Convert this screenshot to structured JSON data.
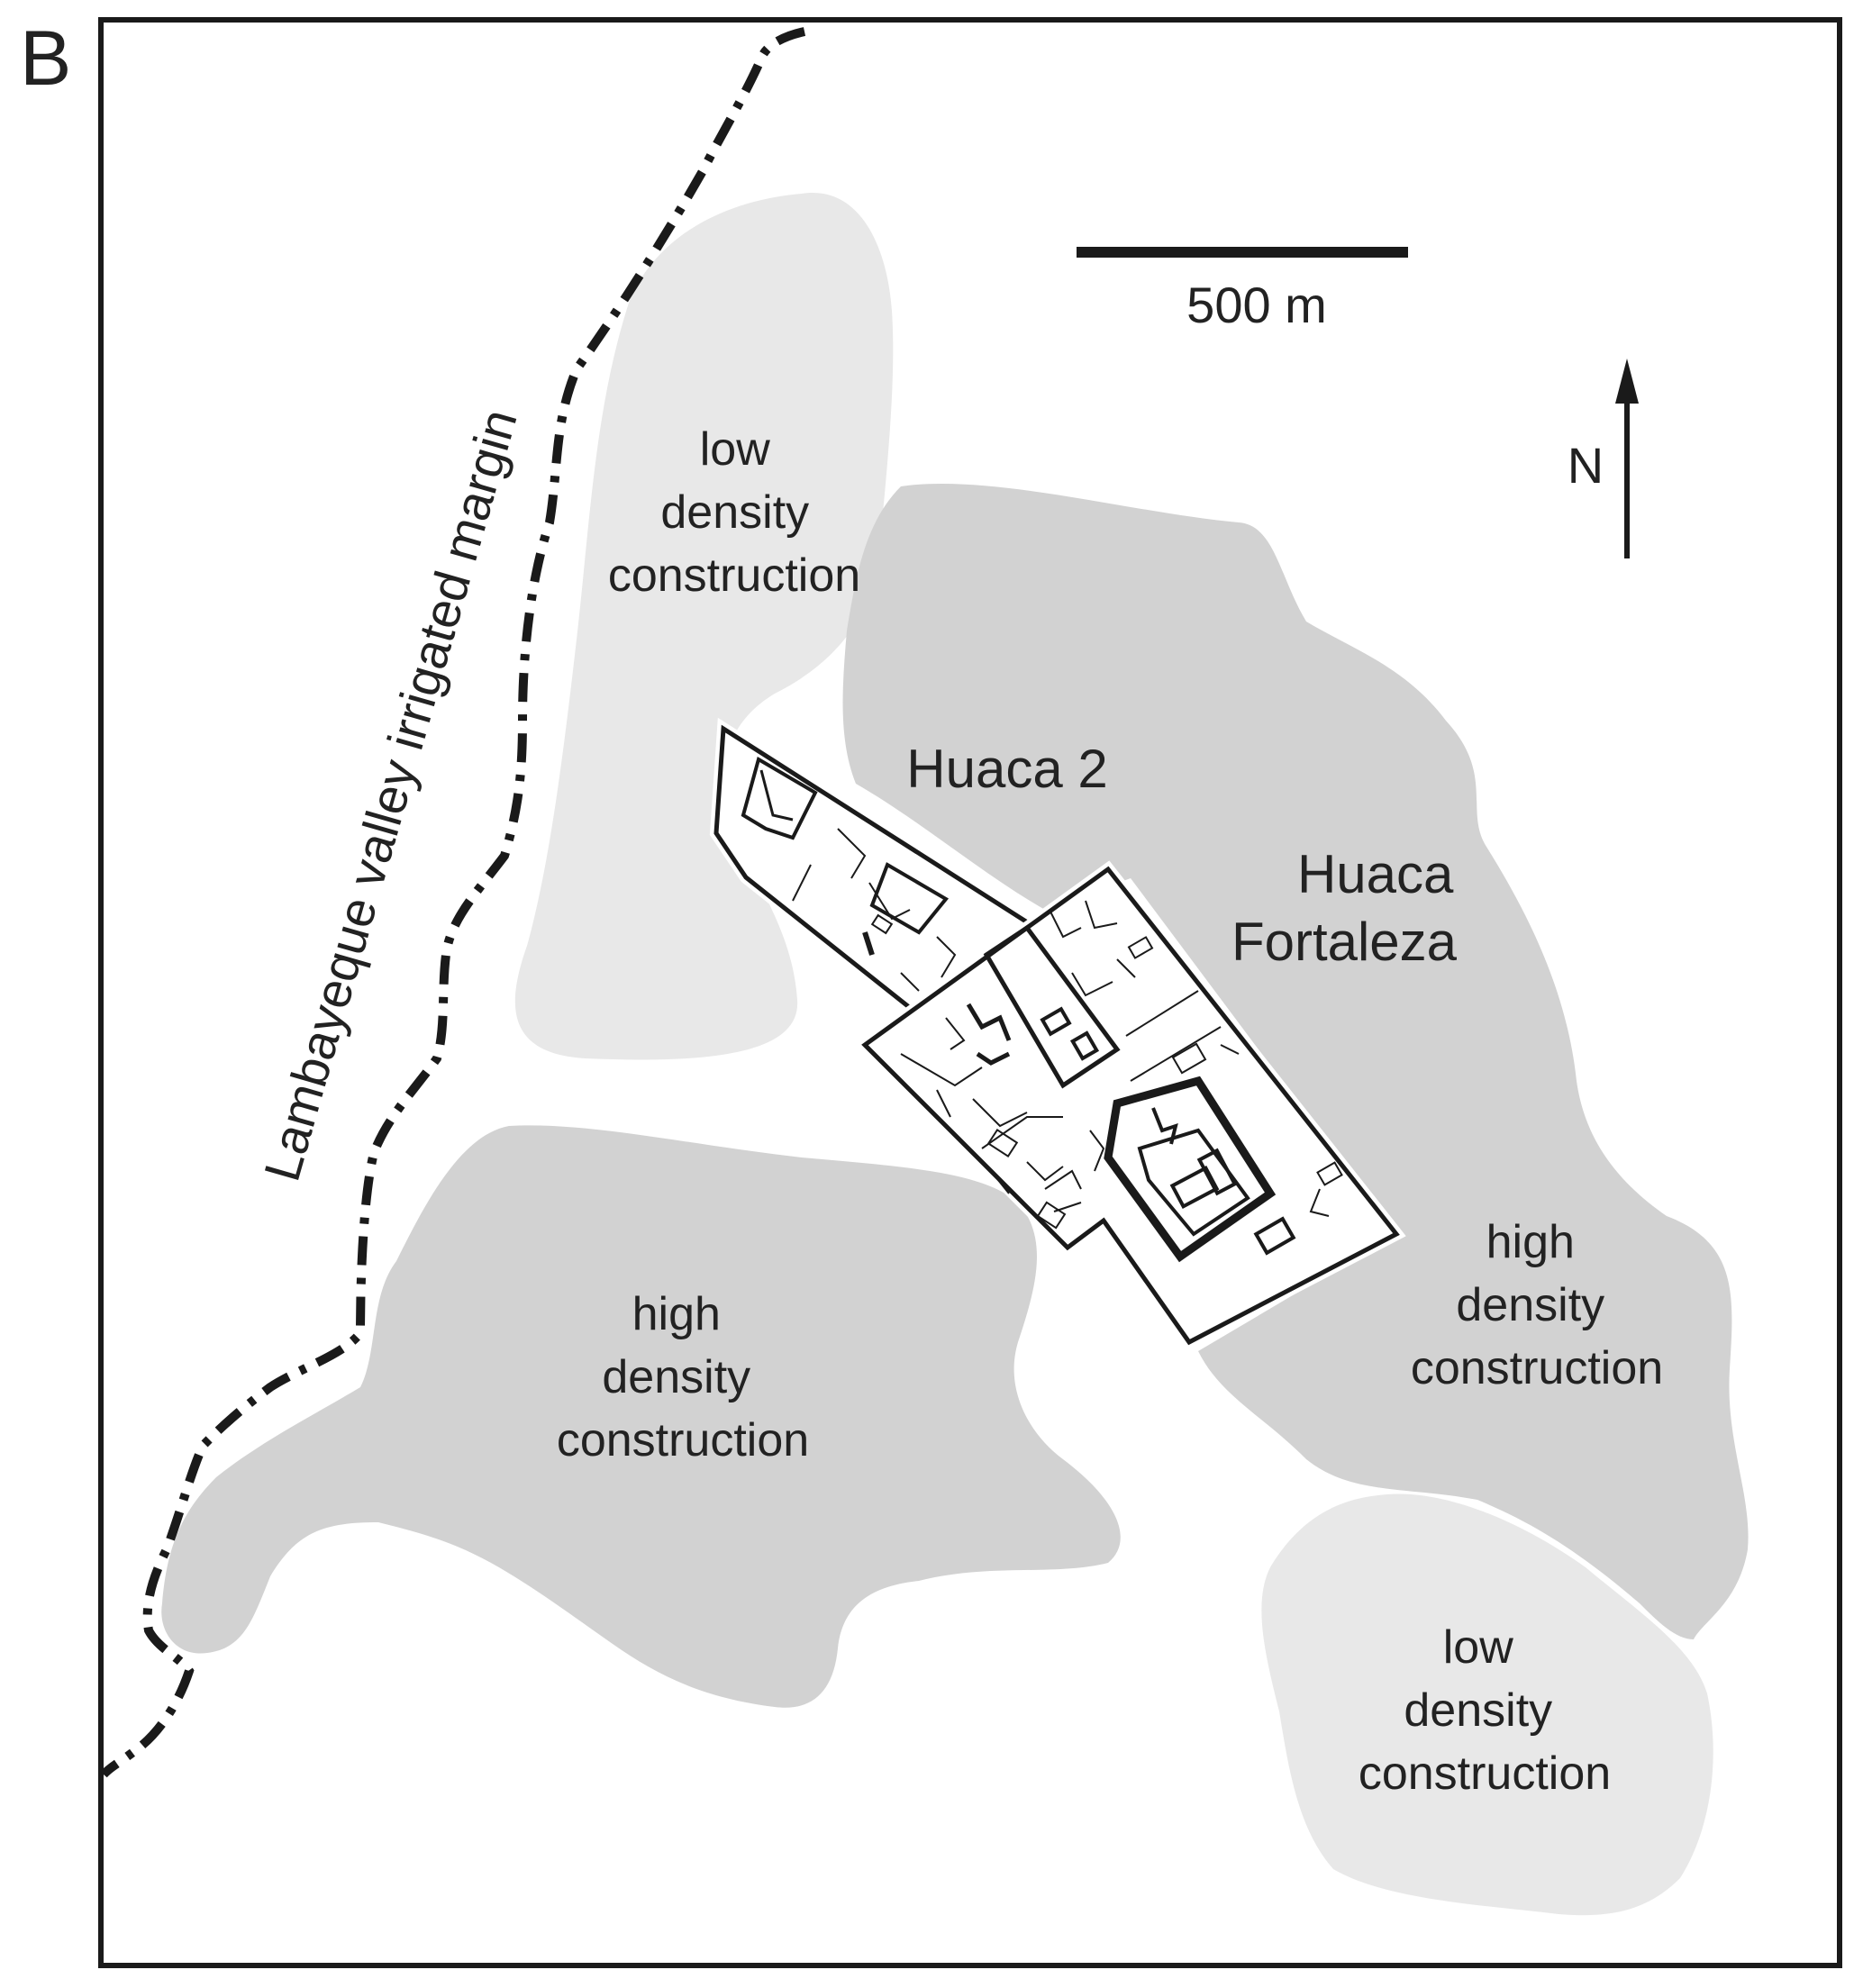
{
  "panel_letter": "B",
  "scale_bar": {
    "label": "500 m",
    "length_m": 500
  },
  "north_arrow": {
    "label": "N"
  },
  "margin_line": {
    "label": "Lambayeque valley irrigated margin"
  },
  "zones": {
    "low_density_north": [
      "low",
      "density",
      "construction"
    ],
    "high_density_west": [
      "high",
      "density",
      "construction"
    ],
    "high_density_east": [
      "high",
      "density",
      "construction"
    ],
    "low_density_southeast": [
      "low",
      "density",
      "construction"
    ]
  },
  "sites": {
    "huaca_2": "Huaca 2",
    "huaca_fortaleza": [
      "Huaca",
      "Fortaleza"
    ]
  },
  "colors": {
    "high_density_fill": "#d2d2d2",
    "low_density_fill": "#e8e8e8",
    "line": "#1a1a1a",
    "text": "#222222"
  }
}
